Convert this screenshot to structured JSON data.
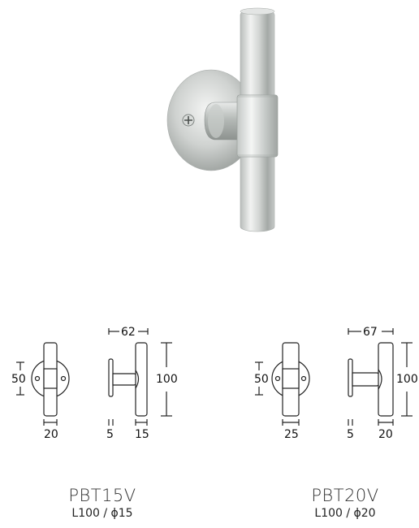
{
  "products": [
    {
      "name": "PBT15V",
      "spec": "L100 / ϕ15",
      "dims": {
        "rose_height": "50",
        "lever_width": "20",
        "projection": "62",
        "length": "100",
        "rose_thickness": "5",
        "grip_diameter": "15"
      }
    },
    {
      "name": "PBT20V",
      "spec": "L100 / ϕ20",
      "dims": {
        "rose_height": "50",
        "lever_width": "25",
        "projection": "67",
        "length": "100",
        "rose_thickness": "5",
        "grip_diameter": "20"
      }
    }
  ],
  "colors": {
    "steel_light": "#eef0ef",
    "steel_mid": "#c8ccca",
    "steel_dark": "#8e9391"
  }
}
